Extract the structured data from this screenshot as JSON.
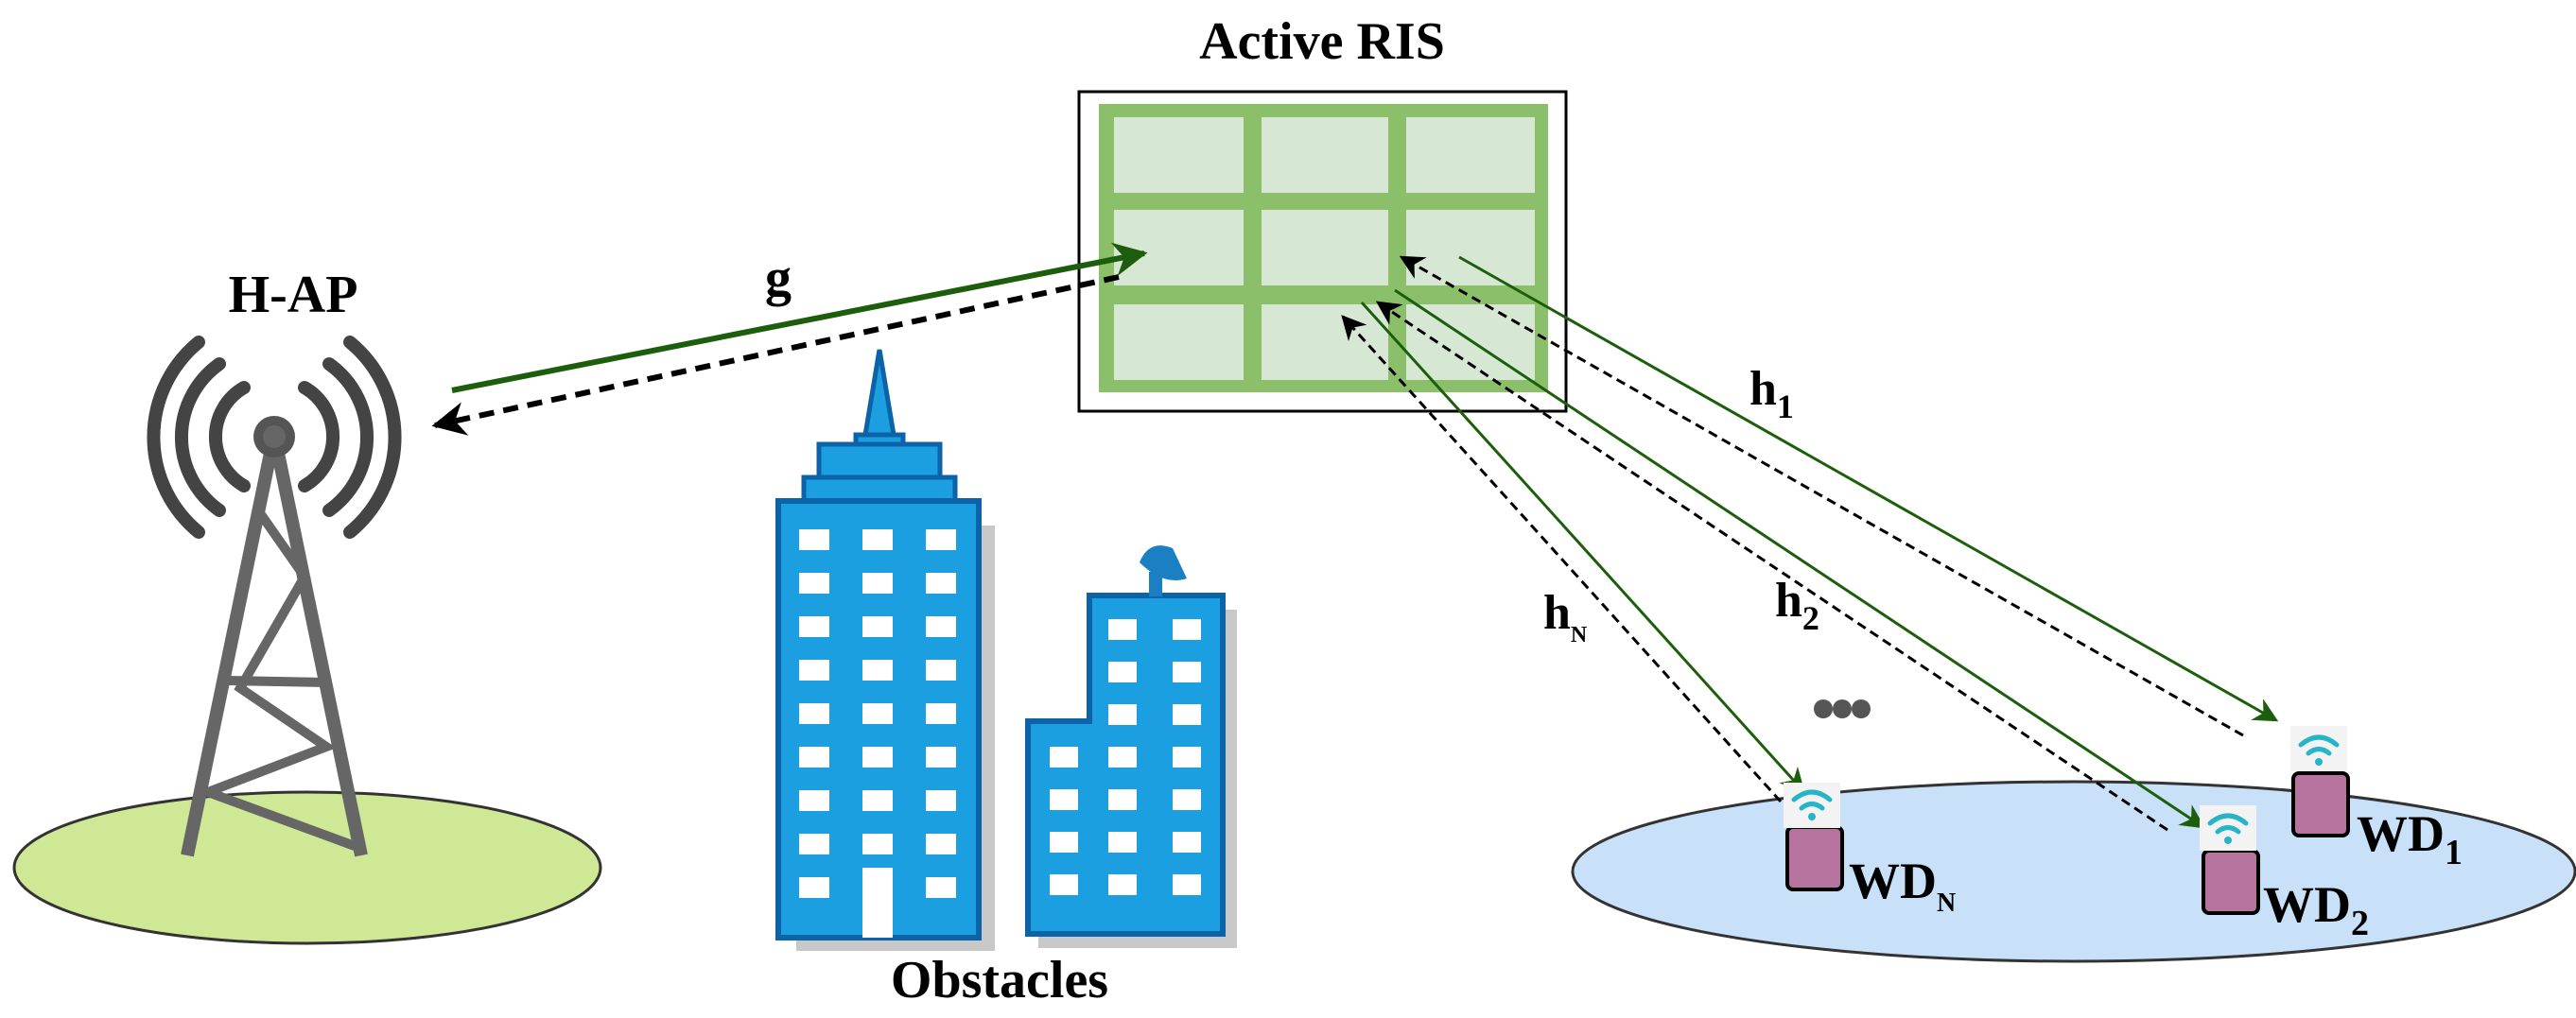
{
  "labels": {
    "ris": "Active RIS",
    "hap": "H-AP",
    "obstacles": "Obstacles",
    "g": "g",
    "h1": {
      "base": "h",
      "sub": "1"
    },
    "h2": {
      "base": "h",
      "sub": "2"
    },
    "hN": {
      "base": "h",
      "sub": "N"
    },
    "wd1": {
      "base": "WD",
      "sub": "1"
    },
    "wd2": {
      "base": "WD",
      "sub": "2"
    },
    "wdN": {
      "base": "WD",
      "sub": "N"
    }
  },
  "colors": {
    "link_green": "#1d5e0d",
    "ris_frame": "#8cbf6a",
    "ris_cell": "#d6e8d4",
    "building_blue": "#1b9fe0",
    "building_edge": "#0d63a8",
    "ground_green": "#cfe895",
    "ground_blue": "#c9e1f8",
    "device_purple": "#b5739d",
    "wifi_teal": "#26b5c8",
    "tower_gray": "#666666"
  },
  "icons": {
    "tower": "antenna-tower-icon",
    "building_tall": "skyscraper-icon",
    "building_short": "building-icon",
    "device": "wireless-device-icon",
    "wifi": "wifi-icon",
    "ellipsis": "ellipsis-icon"
  }
}
